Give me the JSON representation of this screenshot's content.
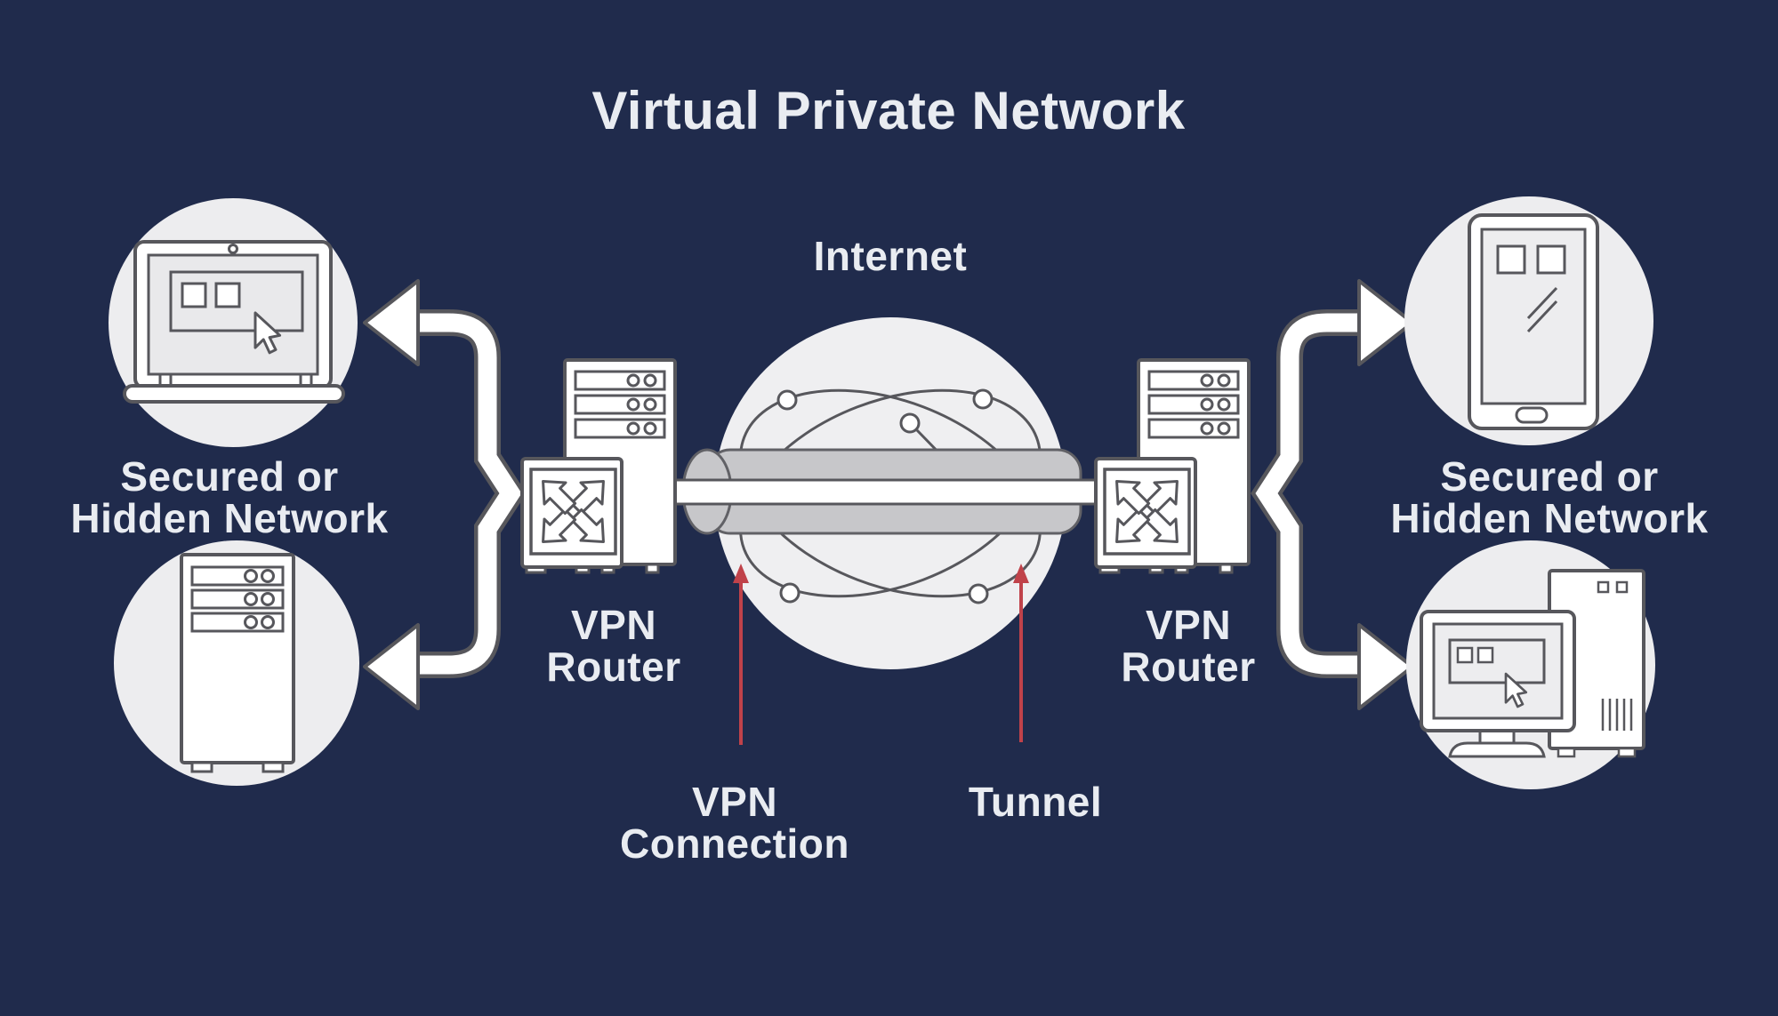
{
  "title": "Virtual Private Network",
  "labels": {
    "internet": "Internet",
    "left_network_line1": "Secured or",
    "left_network_line2": "Hidden Network",
    "right_network_line1": "Secured or",
    "right_network_line2": "Hidden Network",
    "left_router_line1": "VPN",
    "left_router_line2": "Router",
    "right_router_line1": "VPN",
    "right_router_line2": "Router",
    "vpn_connection_line1": "VPN",
    "vpn_connection_line2": "Connection",
    "tunnel": "Tunnel"
  },
  "icons": {
    "left_top": "laptop-icon",
    "left_bottom": "server-icon",
    "left_middle": "vpn-router-icon",
    "center": "internet-orbits-icon",
    "right_middle": "vpn-router-icon",
    "right_top": "tablet-icon",
    "right_bottom": "desktop-computer-icon",
    "callouts": "red-arrow-icon",
    "branches": "split-arrow-icon"
  },
  "colors": {
    "background": "#202B4C",
    "text": "#E9ECF1",
    "shape_fill": "#FFFFFF",
    "circle_fill": "#EDEDEF",
    "outline": "#57575C",
    "tunnel_gray": "#C7C7CA",
    "arrow_red": "#C0424A"
  }
}
